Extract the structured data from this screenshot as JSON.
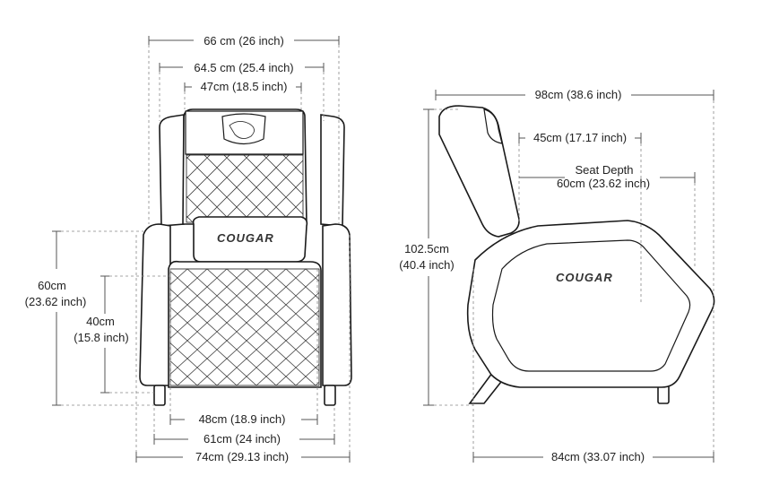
{
  "front_view": {
    "overall_width_top": "66 cm (26 inch)",
    "backrest_outer_width": "64.5 cm (25.4 inch)",
    "backrest_inner_width": "47cm (18.5 inch)",
    "seat_width": "48cm (18.9 inch)",
    "base_width": "61cm (24 inch)",
    "overall_width_bottom": "74cm (29.13 inch)",
    "armrest_height_cm": "60cm",
    "armrest_height_in": "(23.62 inch)",
    "seat_height_cm": "40cm",
    "seat_height_in": "(15.8 inch)",
    "brand_logo": "COUGAR"
  },
  "side_view": {
    "overall_depth_top": "98cm (38.6 inch)",
    "backrest_depth": "45cm (17.17 inch)",
    "seat_depth_label": "Seat Depth",
    "seat_depth_value": "60cm (23.62 inch)",
    "height_cm": "102.5cm",
    "height_in": "(40.4 inch)",
    "base_depth": "84cm (33.07 inch)",
    "brand_logo": "COUGAR"
  }
}
